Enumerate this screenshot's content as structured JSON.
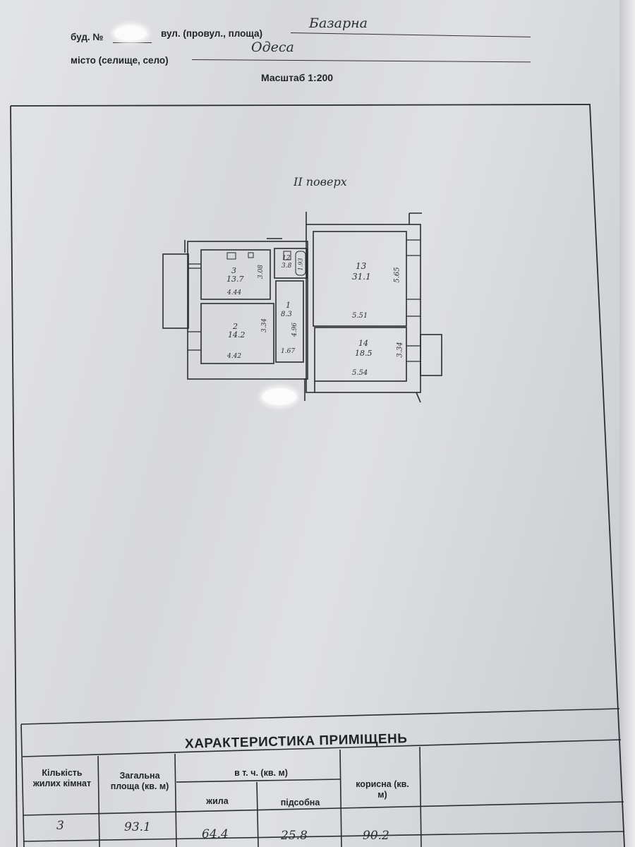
{
  "header": {
    "building_label": "буд. №",
    "street_label": "вул. (провул., площа)",
    "street_value": "Базарна",
    "city_label": "місто (селище, село)",
    "city_value": "Одеса",
    "scale_label": "Масштаб 1:200"
  },
  "plan": {
    "floor_label": "II поверх",
    "rooms": [
      {
        "number": "3",
        "area": "13.7"
      },
      {
        "number": "2",
        "area": "14.2"
      },
      {
        "number": "1",
        "area": "8.3"
      },
      {
        "number": "12",
        "area": "3.8"
      },
      {
        "number": "13",
        "area": "31.1"
      },
      {
        "number": "14",
        "area": "18.5"
      }
    ],
    "dims": {
      "room3_width": "4.44",
      "room3_height": "3.08",
      "room2_width": "4.42",
      "room2_height": "3.34",
      "room1_width": "1.67",
      "room1_height": "4.96",
      "room12_dim": "1.93",
      "room13_width": "5.51",
      "room13_height": "5.65",
      "room14_width": "5.54",
      "room14_height": "3.34"
    }
  },
  "table": {
    "title": "ХАРАКТЕРИСТИКА ПРИМІЩЕНЬ",
    "col_rooms": "Кількість жилих кімнат",
    "col_total": "Загальна площа (кв. м)",
    "col_incl": "в т. ч. (кв. м)",
    "col_living": "жила",
    "col_aux": "підсобна",
    "col_useful": "корисна (кв. м)",
    "row": {
      "rooms": "3",
      "total": "93.1",
      "living": "64.4",
      "aux": "25.8",
      "useful": "90.2"
    }
  },
  "colors": {
    "paper": "#dcdde0",
    "ink": "#1f2228",
    "pencil": "#2a2d35"
  }
}
